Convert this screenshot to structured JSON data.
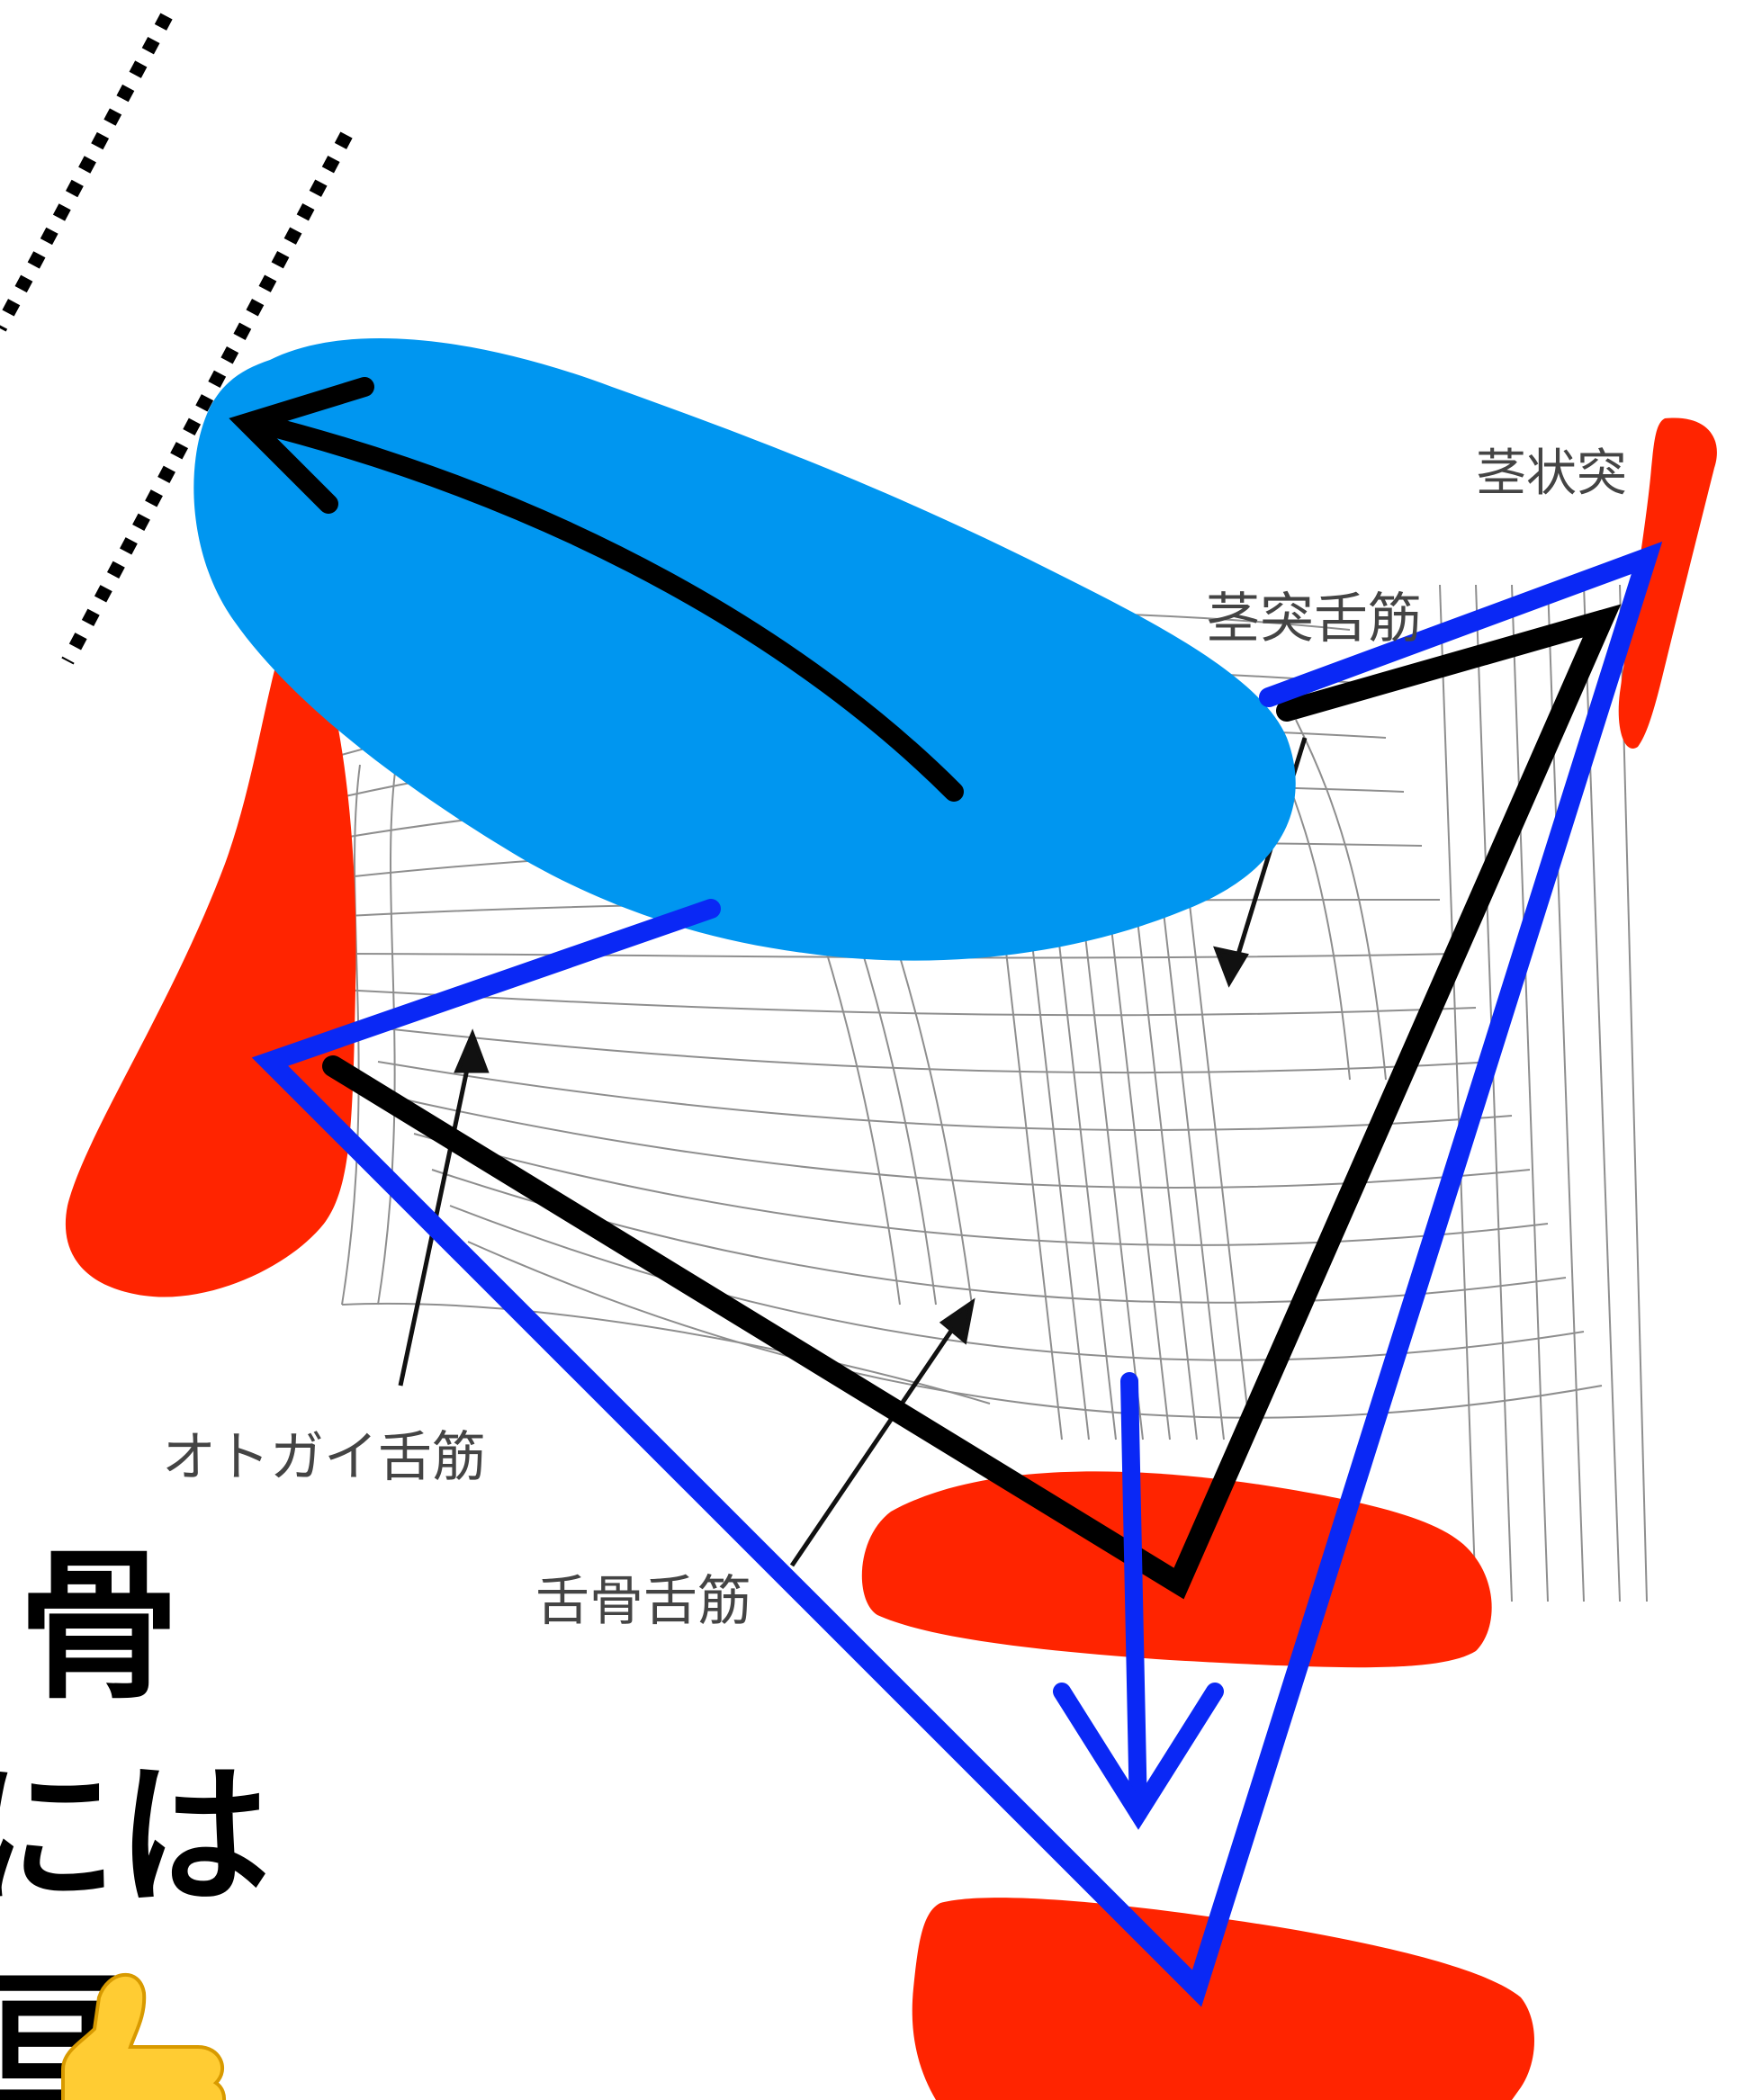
{
  "labels": {
    "styloid": "茎状突",
    "styloglossus": "茎突舌筋",
    "genioglossus": "オトガイ舌筋",
    "hyoglossus": "舌骨舌筋"
  },
  "caption_lines": {
    "line1": "骨",
    "line2": "には",
    "line3": "亘"
  },
  "icons": {
    "thumbs_up": "thumbs-up-emoji-icon"
  },
  "colors": {
    "tongue_blue": "#0096f0",
    "bone_red": "#ff2400",
    "arrow_blue": "#0a28f5",
    "arrow_black": "#000000",
    "dotted_black": "#000000"
  }
}
